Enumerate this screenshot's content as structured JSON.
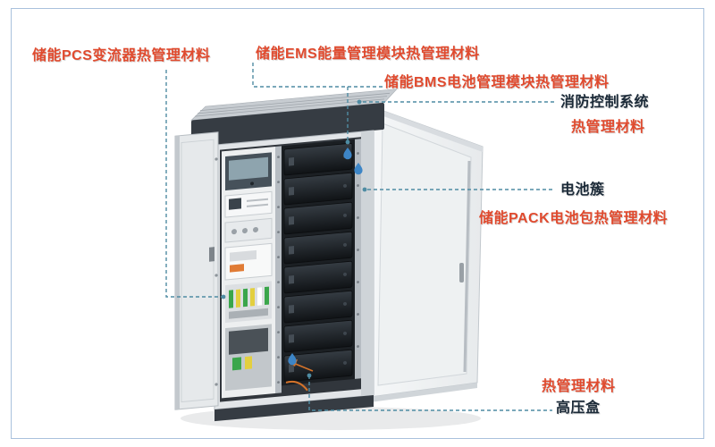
{
  "colors": {
    "label_red": "#e04a2e",
    "label_dark": "#1b2a38",
    "leader_line": "#4f8ca3",
    "droplet_blue": "#3d85c6",
    "frame_border": "#a9c1dd",
    "cabinet_cap": "#363c43",
    "battery_dark": "#1b1f23"
  },
  "labels": {
    "pcs": "储能PCS变流器热管理材料",
    "ems": "储能EMS能量管理模块热管理材料",
    "bms": "储能BMS电池管理模块热管理材料",
    "fire_system": "消防控制系统",
    "fire_material": "热管理材料",
    "battery_cluster": "电池簇",
    "pack": "储能PACK电池包热管理材料",
    "bottom_material": "热管理材料",
    "hv_box": "高压盒"
  },
  "diagram": {
    "battery_module_count": 8,
    "droplet_icon_count": 3
  }
}
